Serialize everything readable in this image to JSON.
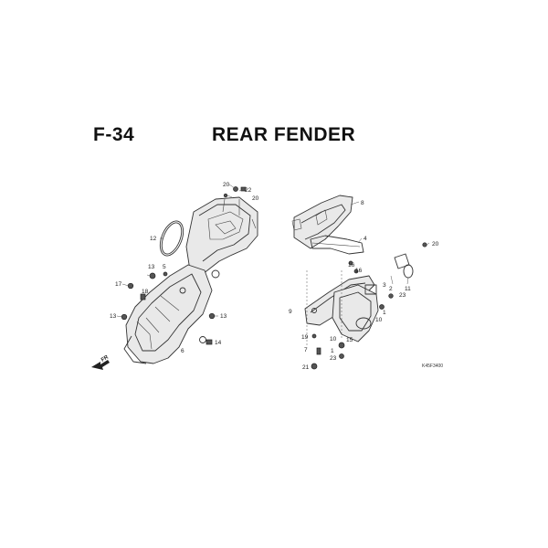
{
  "figure": {
    "code": "F-34",
    "title": "REAR FENDER",
    "catalog_code": "K45F3400"
  },
  "direction_marker": "FR",
  "callouts": {
    "c20a": "20",
    "c22": "22",
    "c20b": "20",
    "c8": "8",
    "c12": "12",
    "c4": "4",
    "c20c": "20",
    "c13a": "13",
    "c5": "5",
    "c16": "16",
    "c16b": "16",
    "c17": "17",
    "c2": "2",
    "c11": "11",
    "c18": "18",
    "c3": "3",
    "c9": "9",
    "c13b": "13",
    "c13c": "13",
    "c1a": "1",
    "c10a": "10",
    "c14": "14",
    "c6": "6",
    "c10b": "10",
    "c15": "15",
    "c7": "7",
    "c19": "19",
    "c1b": "1",
    "c23a": "23",
    "c23b": "23",
    "c21": "21"
  }
}
